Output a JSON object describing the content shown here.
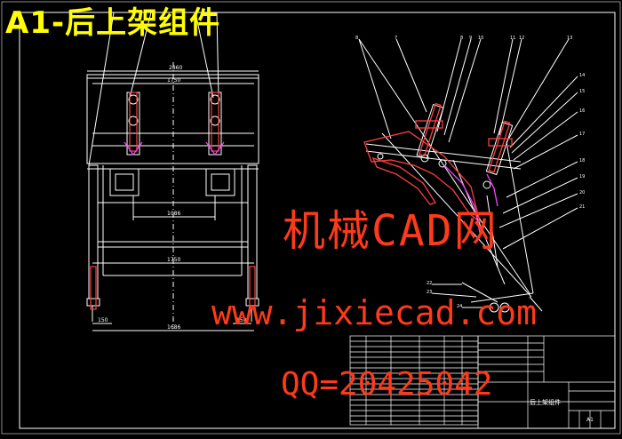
{
  "title": "A1-后上架组件",
  "watermarks": {
    "site_cn": "机械CAD网",
    "url": "www.jixiecad.com",
    "qq": "QQ=20425042"
  },
  "dimensions": {
    "top_width": "2860",
    "inner_width": "1750",
    "mid_width": "1086",
    "lower_width": "1750",
    "bottom_width": "1686",
    "left_offset": "150",
    "right_offset": "150"
  },
  "callouts": [
    "8",
    "7",
    "8",
    "9",
    "10",
    "11",
    "12",
    "13",
    "14",
    "15",
    "16",
    "17",
    "18",
    "19",
    "20",
    "21",
    "22",
    "23",
    "24"
  ],
  "title_block": {
    "drawing_name": "后上架组件",
    "sheet": "A1"
  },
  "colors": {
    "background": "#000000",
    "line": "#ffffff",
    "title": "#ffff00",
    "watermark": "#ff3a1a",
    "red_part": "#ff4040",
    "magenta_part": "#ff40ff",
    "border": "#808080"
  }
}
